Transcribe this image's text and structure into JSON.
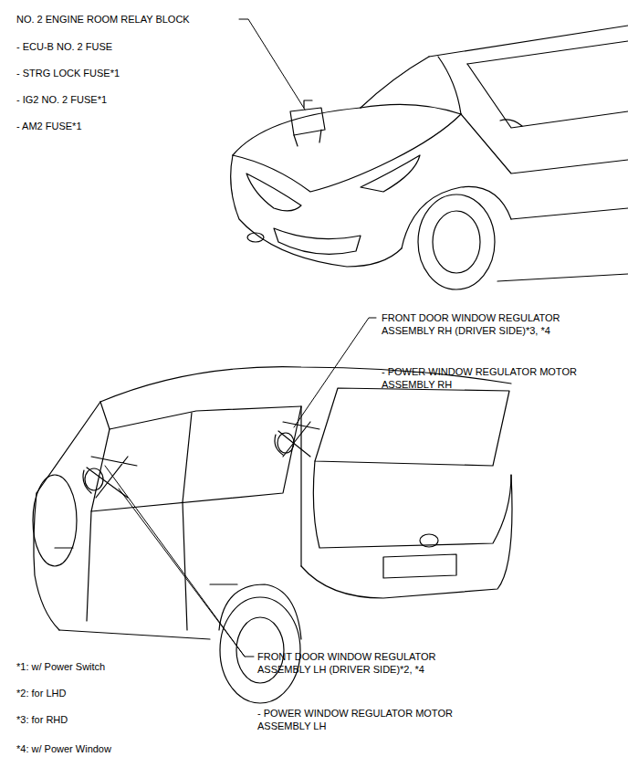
{
  "diagram": {
    "labels": [
      "NO. 2 ENGINE ROOM RELAY BLOCK",
      "- ECU-B NO. 2 FUSE",
      "- STRG LOCK FUSE*1",
      "- IG2 NO. 2 FUSE*1",
      "- AM2 FUSE*1",
      "FRONT DOOR WINDOW REGULATOR ASSEMBLY RH (DRIVER SIDE)*3, *4",
      "- POWER WINDOW REGULATOR MOTOR ASSEMBLY RH",
      "FRONT DOOR WINDOW REGULATOR ASSEMBLY LH (DRIVER SIDE)*2, *4",
      "- POWER WINDOW REGULATOR MOTOR ASSEMBLY LH",
      "*1: w/ Power Switch",
      "*2: for LHD",
      "*3: for RHD",
      "*4: w/ Power Window"
    ]
  }
}
